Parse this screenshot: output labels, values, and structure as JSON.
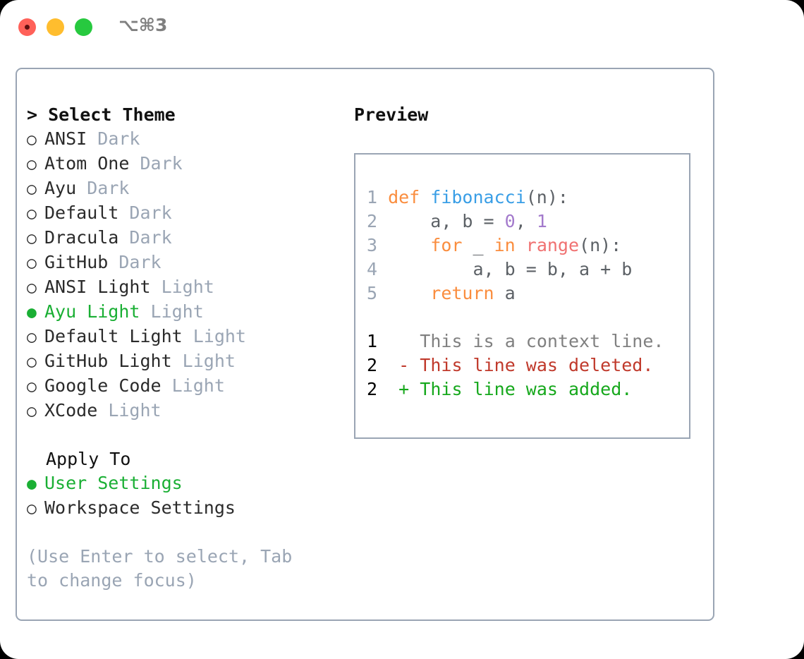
{
  "titlebar": {
    "shortcut": "⌥⌘3",
    "buttons": [
      {
        "name": "close",
        "color": "#ff6159"
      },
      {
        "name": "minimize",
        "color": "#ffbd2e"
      },
      {
        "name": "zoom",
        "color": "#27c93f"
      }
    ]
  },
  "theme_picker": {
    "heading": "> Select Theme",
    "options": [
      {
        "bullet": "○",
        "name": "ANSI",
        "variant": "Dark",
        "selected": false
      },
      {
        "bullet": "○",
        "name": "Atom One",
        "variant": "Dark",
        "selected": false
      },
      {
        "bullet": "○",
        "name": "Ayu",
        "variant": "Dark",
        "selected": false
      },
      {
        "bullet": "○",
        "name": "Default",
        "variant": "Dark",
        "selected": false
      },
      {
        "bullet": "○",
        "name": "Dracula",
        "variant": "Dark",
        "selected": false
      },
      {
        "bullet": "○",
        "name": "GitHub",
        "variant": "Dark",
        "selected": false
      },
      {
        "bullet": "○",
        "name": "ANSI Light",
        "variant": "Light",
        "selected": false
      },
      {
        "bullet": "●",
        "name": "Ayu Light",
        "variant": "Light",
        "selected": true
      },
      {
        "bullet": "○",
        "name": "Default Light",
        "variant": "Light",
        "selected": false
      },
      {
        "bullet": "○",
        "name": "GitHub Light",
        "variant": "Light",
        "selected": false
      },
      {
        "bullet": "○",
        "name": "Google Code",
        "variant": "Light",
        "selected": false
      },
      {
        "bullet": "○",
        "name": "XCode",
        "variant": "Light",
        "selected": false
      }
    ]
  },
  "apply_to": {
    "label": "Apply To",
    "options": [
      {
        "bullet": "●",
        "name": "User Settings",
        "selected": true
      },
      {
        "bullet": "○",
        "name": "Workspace Settings",
        "selected": false
      }
    ]
  },
  "hint": "(Use Enter to select, Tab to change focus)",
  "preview": {
    "heading": "Preview",
    "code_lines": [
      {
        "num": "1",
        "tokens": [
          {
            "t": "def",
            "c": "kw"
          },
          {
            "t": " ",
            "c": "pl"
          },
          {
            "t": "fibonacci",
            "c": "fn"
          },
          {
            "t": "(n):",
            "c": "op"
          }
        ]
      },
      {
        "num": "2",
        "tokens": [
          {
            "t": "    a, b ",
            "c": "pl"
          },
          {
            "t": "= ",
            "c": "op"
          },
          {
            "t": "0",
            "c": "num"
          },
          {
            "t": ", ",
            "c": "op"
          },
          {
            "t": "1",
            "c": "num"
          }
        ]
      },
      {
        "num": "3",
        "tokens": [
          {
            "t": "    ",
            "c": "pl"
          },
          {
            "t": "for",
            "c": "kw"
          },
          {
            "t": " _ ",
            "c": "pl"
          },
          {
            "t": "in",
            "c": "kw"
          },
          {
            "t": " ",
            "c": "pl"
          },
          {
            "t": "range",
            "c": "bi"
          },
          {
            "t": "(n):",
            "c": "op"
          }
        ]
      },
      {
        "num": "4",
        "tokens": [
          {
            "t": "        a, b = b, a + b",
            "c": "pl"
          }
        ]
      },
      {
        "num": "5",
        "tokens": [
          {
            "t": "    ",
            "c": "pl"
          },
          {
            "t": "return",
            "c": "kw"
          },
          {
            "t": " a",
            "c": "pl"
          }
        ]
      }
    ],
    "diff_lines": [
      {
        "num": "1",
        "marker": " ",
        "text": " This is a context line.",
        "kind": "context"
      },
      {
        "num": "2",
        "marker": "-",
        "text": " This line was deleted.",
        "kind": "deleted"
      },
      {
        "num": "2",
        "marker": "+",
        "text": " This line was added.",
        "kind": "added"
      }
    ]
  },
  "colors": {
    "selected_green": "#1aaf34",
    "muted": "#9aa5b4",
    "keyword_orange": "#fa8d3e",
    "function_blue": "#399ee6",
    "number_purple": "#a37acc",
    "builtin_red": "#f07171",
    "diff_deleted": "#c0392b",
    "diff_added": "#16a81c",
    "border": "#9aa5b4"
  }
}
